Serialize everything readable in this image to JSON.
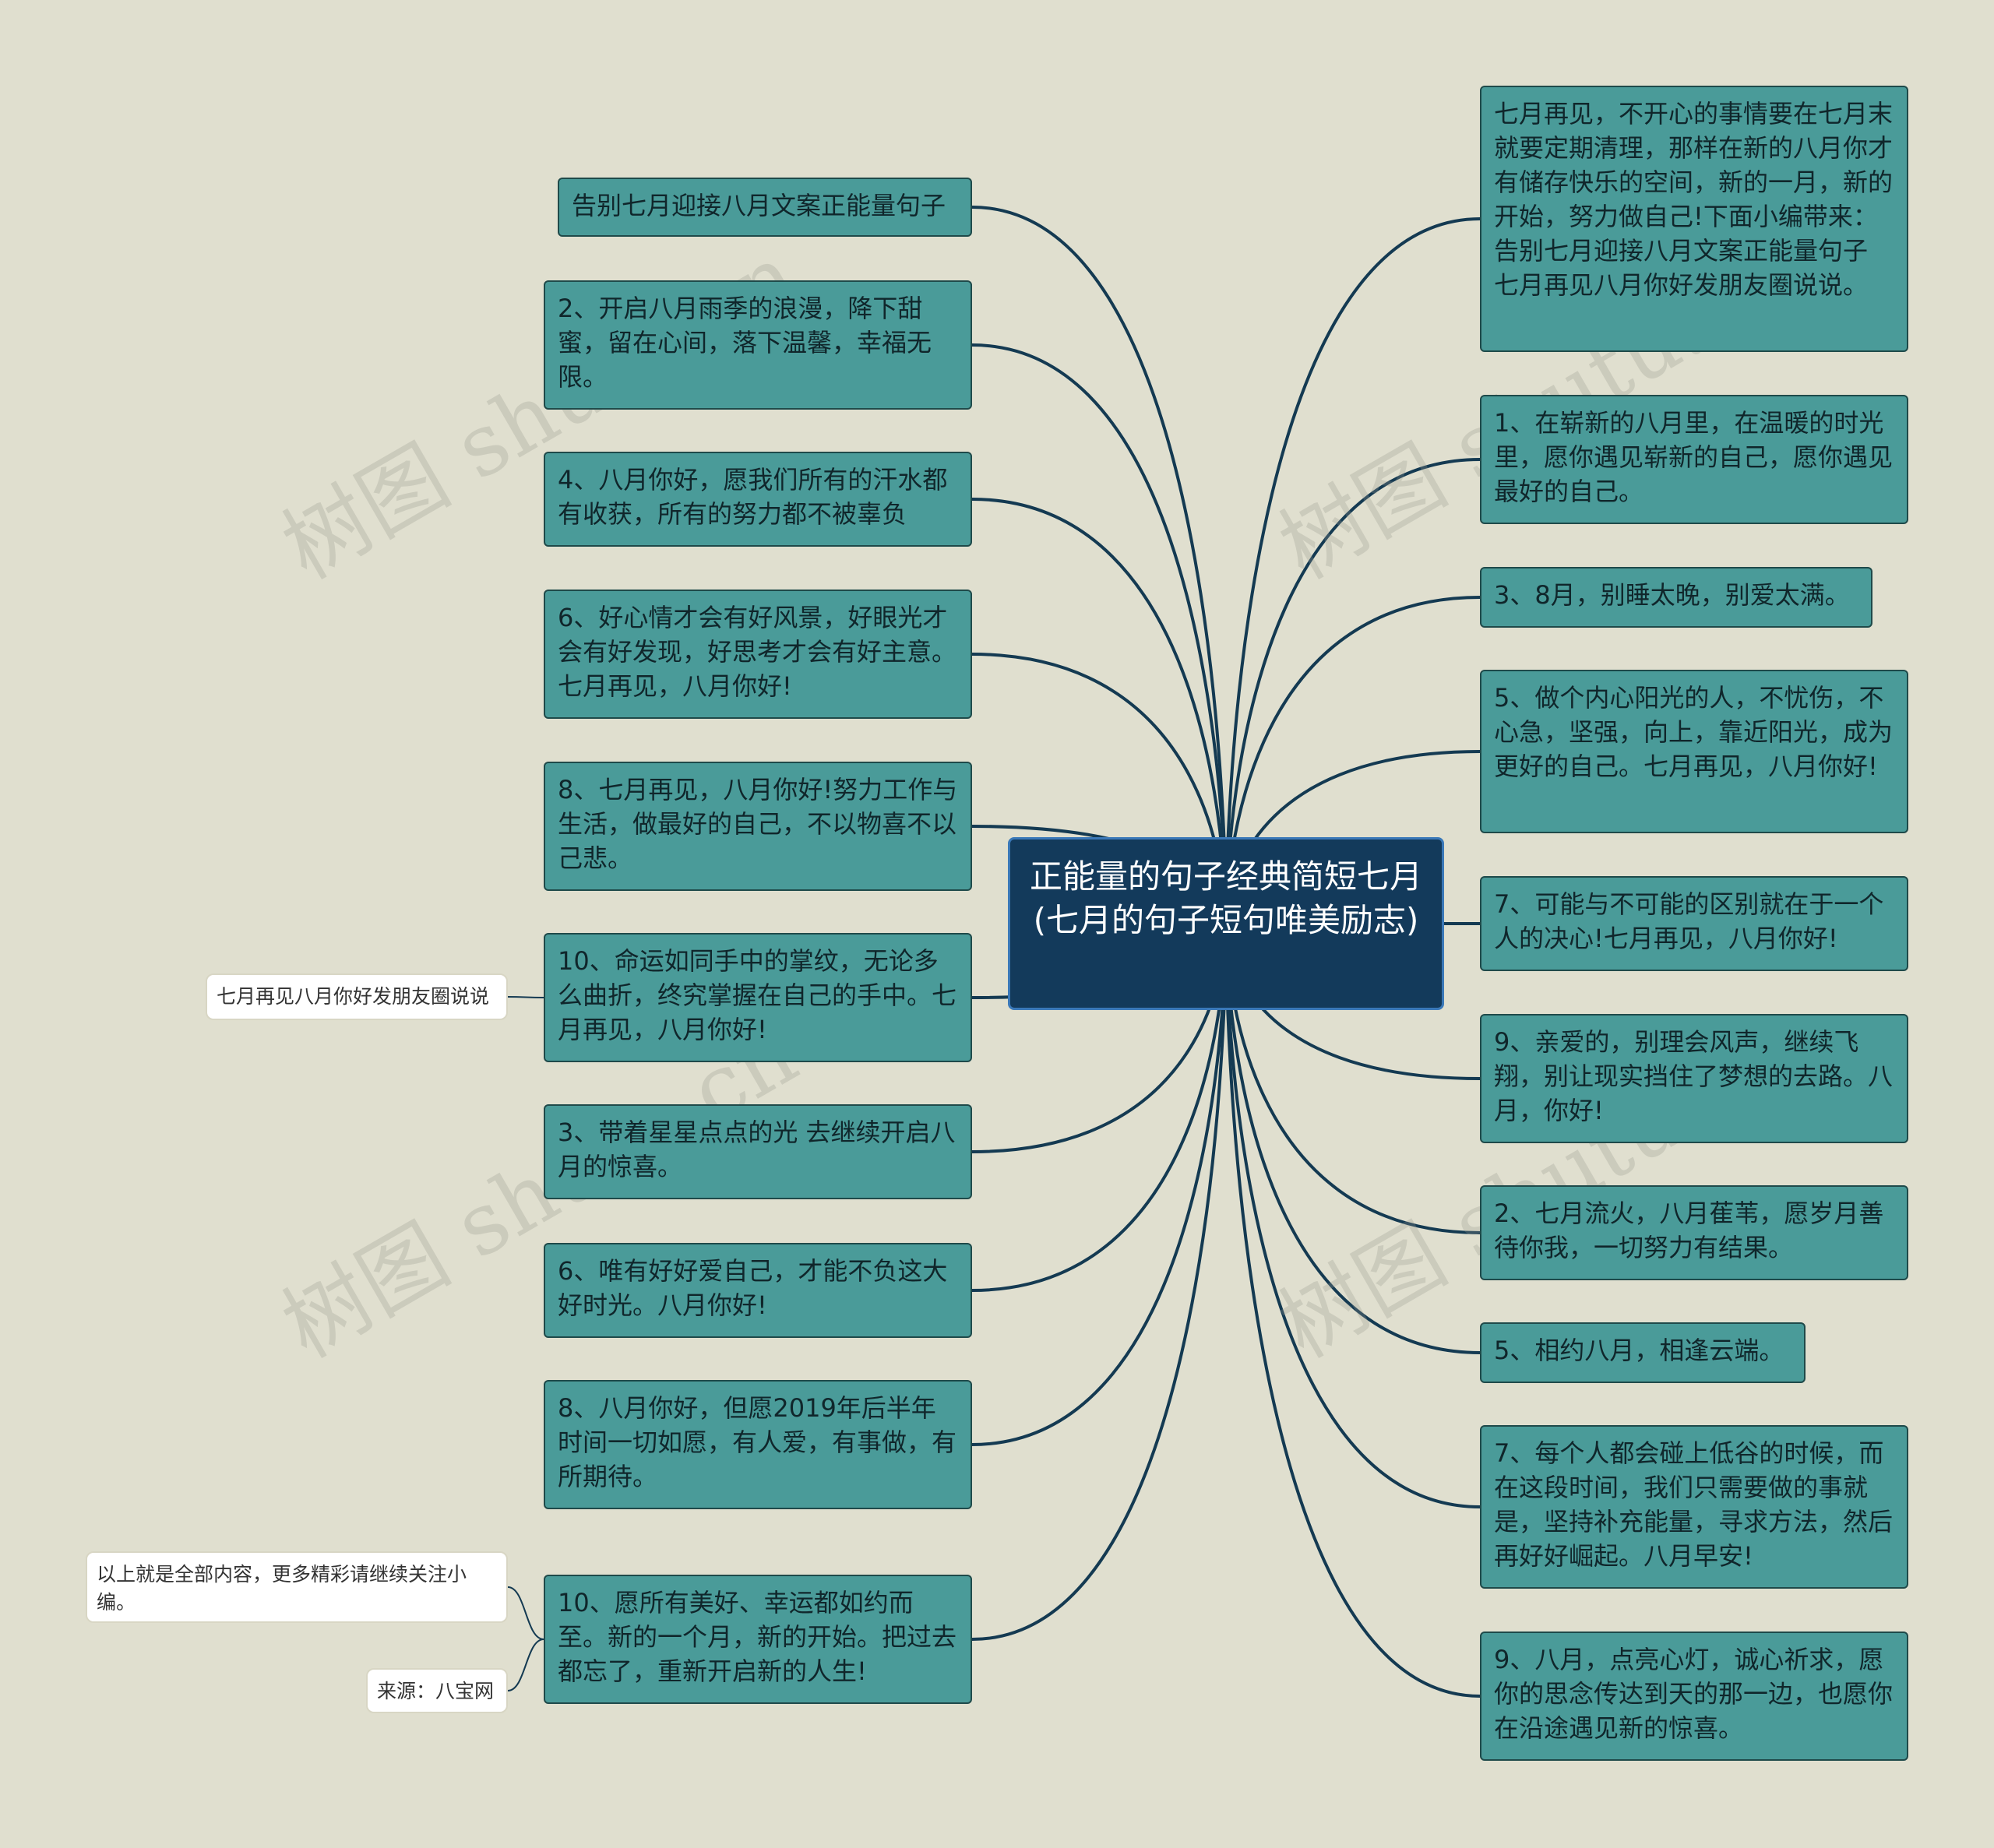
{
  "root": {
    "text": "正能量的句子经典简短七月(七月的句子短句唯美励志)"
  },
  "left_nodes": [
    {
      "id": "l0",
      "text": "告别七月迎接八月文案正能量句子"
    },
    {
      "id": "l1",
      "text": "2、开启八月雨季的浪漫，降下甜蜜，留在心间，落下温馨，幸福无限。"
    },
    {
      "id": "l2",
      "text": "4、八月你好，愿我们所有的汗水都有收获，所有的努力都不被辜负"
    },
    {
      "id": "l3",
      "text": "6、好心情才会有好风景，好眼光才会有好发现，好思考才会有好主意。七月再见，八月你好!"
    },
    {
      "id": "l4",
      "text": "8、七月再见，八月你好!努力工作与生活，做最好的自己，不以物喜不以己悲。"
    },
    {
      "id": "l5",
      "text": "10、命运如同手中的掌纹，无论多么曲折，终究掌握在自己的手中。七月再见，八月你好!"
    },
    {
      "id": "l6",
      "text": "3、带着星星点点的光 去继续开启八月的惊喜。"
    },
    {
      "id": "l7",
      "text": "6、唯有好好爱自己，才能不负这大好时光。八月你好!"
    },
    {
      "id": "l8",
      "text": "8、八月你好，但愿2019年后半年时间一切如愿，有人爱，有事做，有所期待。"
    },
    {
      "id": "l9",
      "text": "10、愿所有美好、幸运都如约而至。新的一个月，新的开始。把过去都忘了，重新开启新的人生!"
    }
  ],
  "right_nodes": [
    {
      "id": "r0",
      "text": "七月再见，不开心的事情要在七月末就要定期清理，那样在新的八月你才有储存快乐的空间，新的一月，新的开始，努力做自己!下面小编带来：告别七月迎接八月文案正能量句子 七月再见八月你好发朋友圈说说。"
    },
    {
      "id": "r1",
      "text": "1、在崭新的八月里，在温暖的时光里，愿你遇见崭新的自己，愿你遇见最好的自己。"
    },
    {
      "id": "r2",
      "text": "3、8月，别睡太晚，别爱太满。"
    },
    {
      "id": "r3",
      "text": "5、做个内心阳光的人，不忧伤，不心急，坚强，向上，靠近阳光，成为更好的自己。七月再见，八月你好!"
    },
    {
      "id": "r4",
      "text": "7、可能与不可能的区别就在于一个人的决心!七月再见，八月你好!"
    },
    {
      "id": "r5",
      "text": "9、亲爱的，别理会风声，继续飞翔，别让现实挡住了梦想的去路。八月，你好!"
    },
    {
      "id": "r6",
      "text": "2、七月流火，八月萑苇，愿岁月善待你我，一切努力有结果。"
    },
    {
      "id": "r7",
      "text": "5、相约八月，相逢云端。"
    },
    {
      "id": "r8",
      "text": "7、每个人都会碰上低谷的时候，而在这段时间，我们只需要做的事就是，坚持补充能量，寻求方法，然后再好好崛起。八月早安!"
    },
    {
      "id": "r9",
      "text": "9、八月，点亮心灯，诚心祈求，愿你的思念传达到天的那一边，也愿你在沿途遇见新的惊喜。"
    }
  ],
  "leaf_nodes": [
    {
      "id": "f0",
      "parent": "l5",
      "text": "七月再见八月你好发朋友圈说说"
    },
    {
      "id": "f1",
      "parent": "l9",
      "text": "以上就是全部内容，更多精彩请继续关注小编。"
    },
    {
      "id": "f2",
      "parent": "l9",
      "text": "来源：八宝网"
    }
  ],
  "watermark": "树图 shutu.cn",
  "colors": {
    "background": "#e0dfcf",
    "node_fill": "#4a9b99",
    "root_fill": "#133a5b",
    "link": "#143a52"
  }
}
